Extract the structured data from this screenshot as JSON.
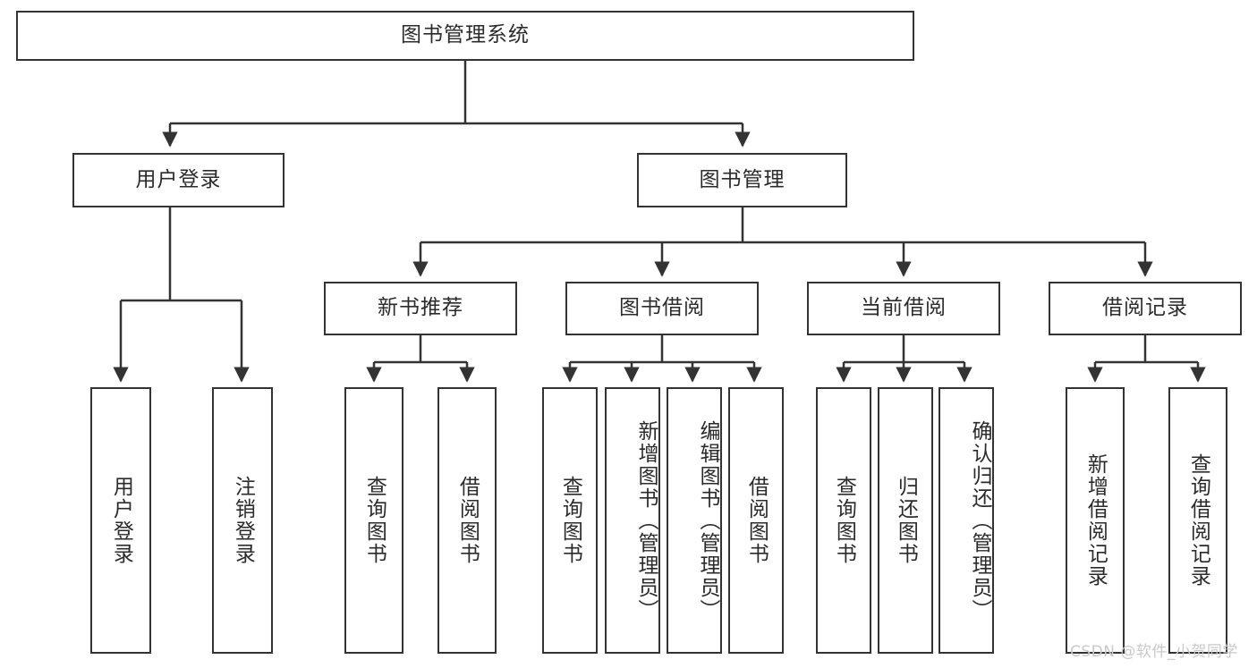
{
  "diagram": {
    "title": "图书管理系统",
    "type": "tree",
    "root": {
      "id": "root",
      "label": "图书管理系统",
      "orientation": "horizontal"
    },
    "level2": [
      {
        "id": "user-login",
        "label": "用户登录",
        "orientation": "horizontal"
      },
      {
        "id": "book-management",
        "label": "图书管理",
        "orientation": "horizontal"
      }
    ],
    "level3": [
      {
        "id": "new-book-recommend",
        "label": "新书推荐",
        "orientation": "horizontal",
        "parent": "book-management"
      },
      {
        "id": "book-borrow",
        "label": "图书借阅",
        "orientation": "horizontal",
        "parent": "book-management"
      },
      {
        "id": "current-borrow",
        "label": "当前借阅",
        "orientation": "horizontal",
        "parent": "book-management"
      },
      {
        "id": "borrow-record",
        "label": "借阅记录",
        "orientation": "horizontal",
        "parent": "book-management"
      }
    ],
    "leaves": [
      {
        "id": "leaf-user-login",
        "label": "用户登录",
        "parent": "user-login"
      },
      {
        "id": "leaf-logout",
        "label": "注销登录",
        "parent": "user-login"
      },
      {
        "id": "leaf-query-book-1",
        "label": "查询图书",
        "parent": "new-book-recommend"
      },
      {
        "id": "leaf-borrow-book-1",
        "label": "借阅图书",
        "parent": "new-book-recommend"
      },
      {
        "id": "leaf-query-book-2",
        "label": "查询图书",
        "parent": "book-borrow"
      },
      {
        "id": "leaf-add-book",
        "label": "新增图书（管理员）",
        "parent": "book-borrow"
      },
      {
        "id": "leaf-edit-book",
        "label": "编辑图书（管理员）",
        "parent": "book-borrow"
      },
      {
        "id": "leaf-borrow-book-2",
        "label": "借阅图书",
        "parent": "book-borrow"
      },
      {
        "id": "leaf-query-book-3",
        "label": "查询图书",
        "parent": "current-borrow"
      },
      {
        "id": "leaf-return-book",
        "label": "归还图书",
        "parent": "current-borrow"
      },
      {
        "id": "leaf-confirm-return",
        "label": "确认归还（管理员）",
        "parent": "current-borrow"
      },
      {
        "id": "leaf-add-record",
        "label": "新增借阅记录",
        "parent": "borrow-record"
      },
      {
        "id": "leaf-query-record",
        "label": "查询借阅记录",
        "parent": "borrow-record"
      }
    ],
    "colors": {
      "border": "#333333",
      "text": "#2b2b2b",
      "background": "#ffffff",
      "watermark": "#c9c9c9"
    }
  },
  "watermark": {
    "text": "CSDN @软件_小贺同学"
  }
}
